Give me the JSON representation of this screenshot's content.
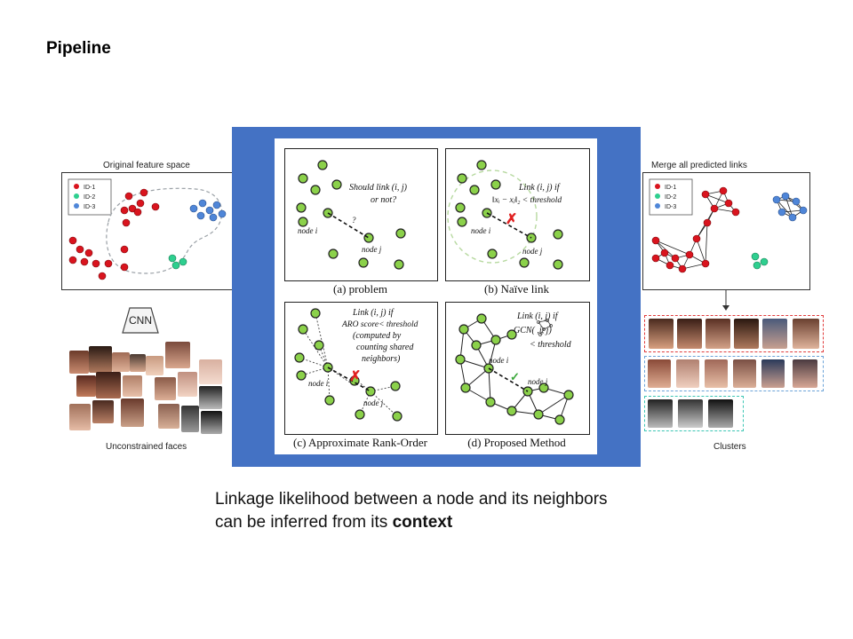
{
  "slide": {
    "title": "Pipeline",
    "body_line1": "Linkage likelihood between a node and its neighbors",
    "body_line2_prefix": "can be inferred from its ",
    "body_line2_bold": "context"
  },
  "left": {
    "title": "Original feature space",
    "legend": [
      "ID-1",
      "ID-2",
      "ID-3"
    ],
    "cnn_label": "CNN",
    "faces_label": "Unconstrained faces"
  },
  "right": {
    "title": "Merge all predicted links",
    "legend": [
      "ID-1",
      "ID-2",
      "ID-3"
    ],
    "clusters_label": "Clusters"
  },
  "center": {
    "panel_a": {
      "caption": "(a) problem",
      "text1": "Should link (i, j)",
      "text2": "or not?",
      "question": "?",
      "node_i": "node i",
      "node_j": "node j"
    },
    "panel_b": {
      "caption": "(b) Naïve link",
      "text1": "Link (i, j) if",
      "text2": "‖xᵢ − xⱼ‖₂ < threshold",
      "node_i": "node i",
      "node_j": "node j"
    },
    "panel_c": {
      "caption": "(c) Approximate Rank-Order",
      "text1": "Link (i, j) if",
      "text2": "ARO score< threshold",
      "text3": "(computed by",
      "text4": "counting shared",
      "text5": "neighbors)",
      "node_i": "node i",
      "node_j": "node j"
    },
    "panel_d": {
      "caption": "(d) Proposed Method",
      "text1": "Link (i, j) if",
      "text2": "GCN(      ,i, j)",
      "text3": "< threshold",
      "node_i": "node i",
      "node_j": "node j"
    }
  },
  "colors": {
    "frame_blue": "#4472c4",
    "id1_red": "#d9141e",
    "id2_green": "#2ecf8f",
    "id3_blue": "#4f86d8",
    "node_green": "#8bd14a",
    "cluster1_border": "#e03c3c",
    "cluster2_border": "#6aa2d8",
    "cluster3_border": "#3bc6b4"
  }
}
